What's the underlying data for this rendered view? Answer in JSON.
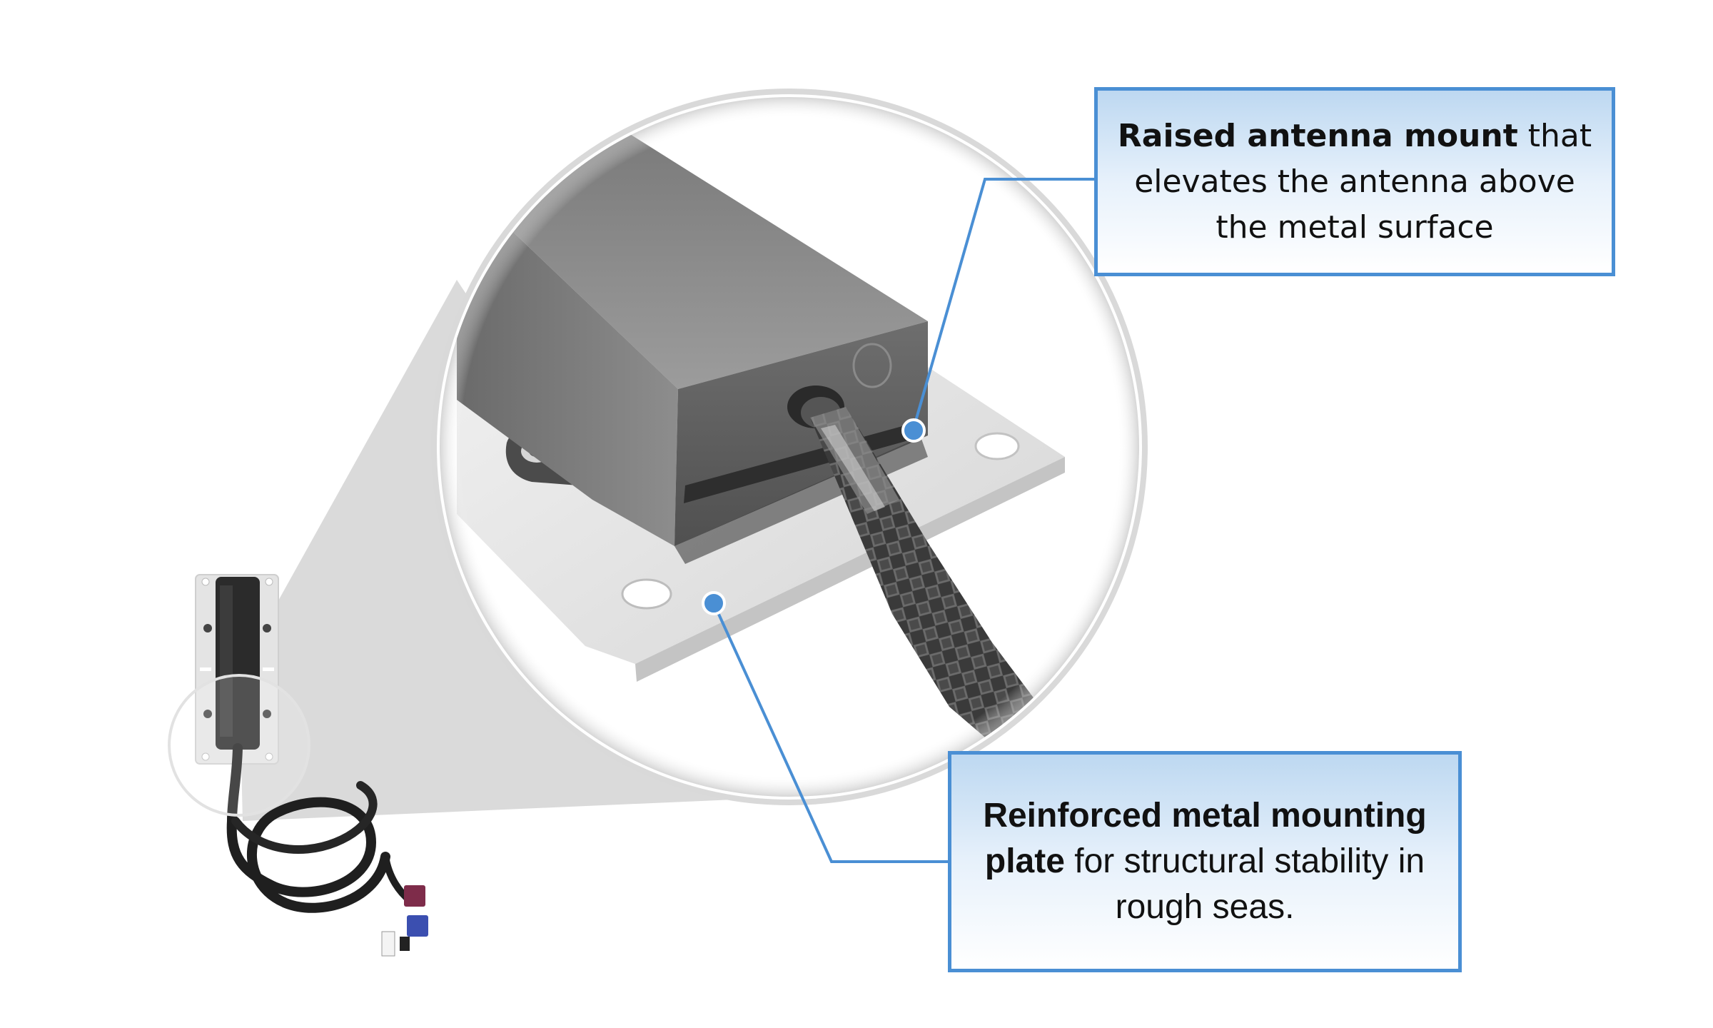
{
  "callouts": {
    "antenna_mount": {
      "bold": "Raised antenna mount",
      "rest": " that elevates the antenna above the metal surface"
    },
    "mounting_plate": {
      "bold": "Reinforced metal mounting plate",
      "rest": " for structural stability in rough seas."
    }
  },
  "colors": {
    "accent": "#4a8fd4",
    "callout_fill_top": "#bdd8f1",
    "callout_fill_bottom": "#ffffff",
    "magnifier_cone": "#d8d8d8"
  },
  "icons": {
    "connector_red": "fakra-connector-red",
    "connector_blue": "fakra-connector-blue"
  }
}
